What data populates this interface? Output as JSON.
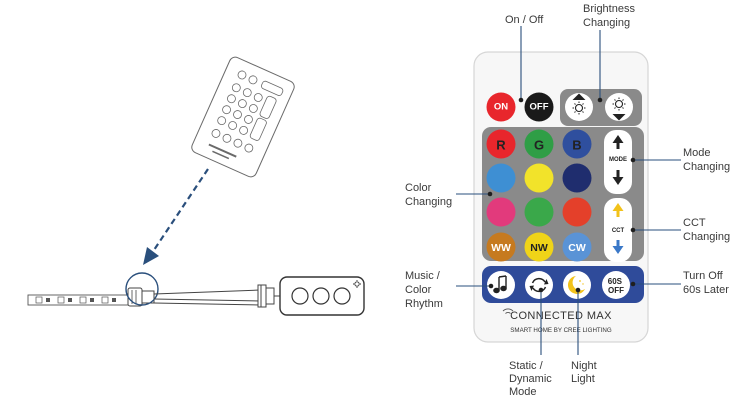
{
  "remote": {
    "buttons": {
      "on": "ON",
      "off": "OFF",
      "red": "R",
      "green": "G",
      "blue": "B",
      "mode": "MODE",
      "cct": "CCT",
      "warm_white": "WW",
      "natural_white": "NW",
      "cool_white": "CW",
      "timer": "60S OFF"
    },
    "brand": {
      "name": "CONNECTED MAX",
      "tagline": "SMART HOME BY CREE LIGHTING"
    },
    "colors": {
      "body": "#f7f7f7",
      "panel": "#8a8a8a",
      "on_button": "#e8262c",
      "off_button": "#1a1a1a",
      "red": "#e8262c",
      "green": "#2f9e46",
      "blue": "#2f4f9e",
      "sky": "#3e8fd3",
      "yellow": "#f2e32a",
      "navy": "#1f2d6e",
      "pink": "#e23a7c",
      "lime": "#3aa84a",
      "orange_red": "#e4402a",
      "warm_white": "#c67a1f",
      "natural_white": "#f0d418",
      "cool_white": "#5a93d6",
      "function_row": "#2f4b9a",
      "leader_line": "#2a4f7c"
    }
  },
  "callouts": {
    "on_off": "On / Off",
    "brightness": [
      "Brightness",
      "Changing"
    ],
    "mode": [
      "Mode",
      "Changing"
    ],
    "color": [
      "Color",
      "Changing"
    ],
    "cct": [
      "CCT",
      "Changing"
    ],
    "music": [
      "Music /",
      "Color",
      "Rhythm"
    ],
    "turn_off": [
      "Turn Off",
      "60s Later"
    ],
    "static": [
      "Static /",
      "Dynamic",
      "Mode"
    ],
    "night": [
      "Night",
      "Light"
    ]
  }
}
